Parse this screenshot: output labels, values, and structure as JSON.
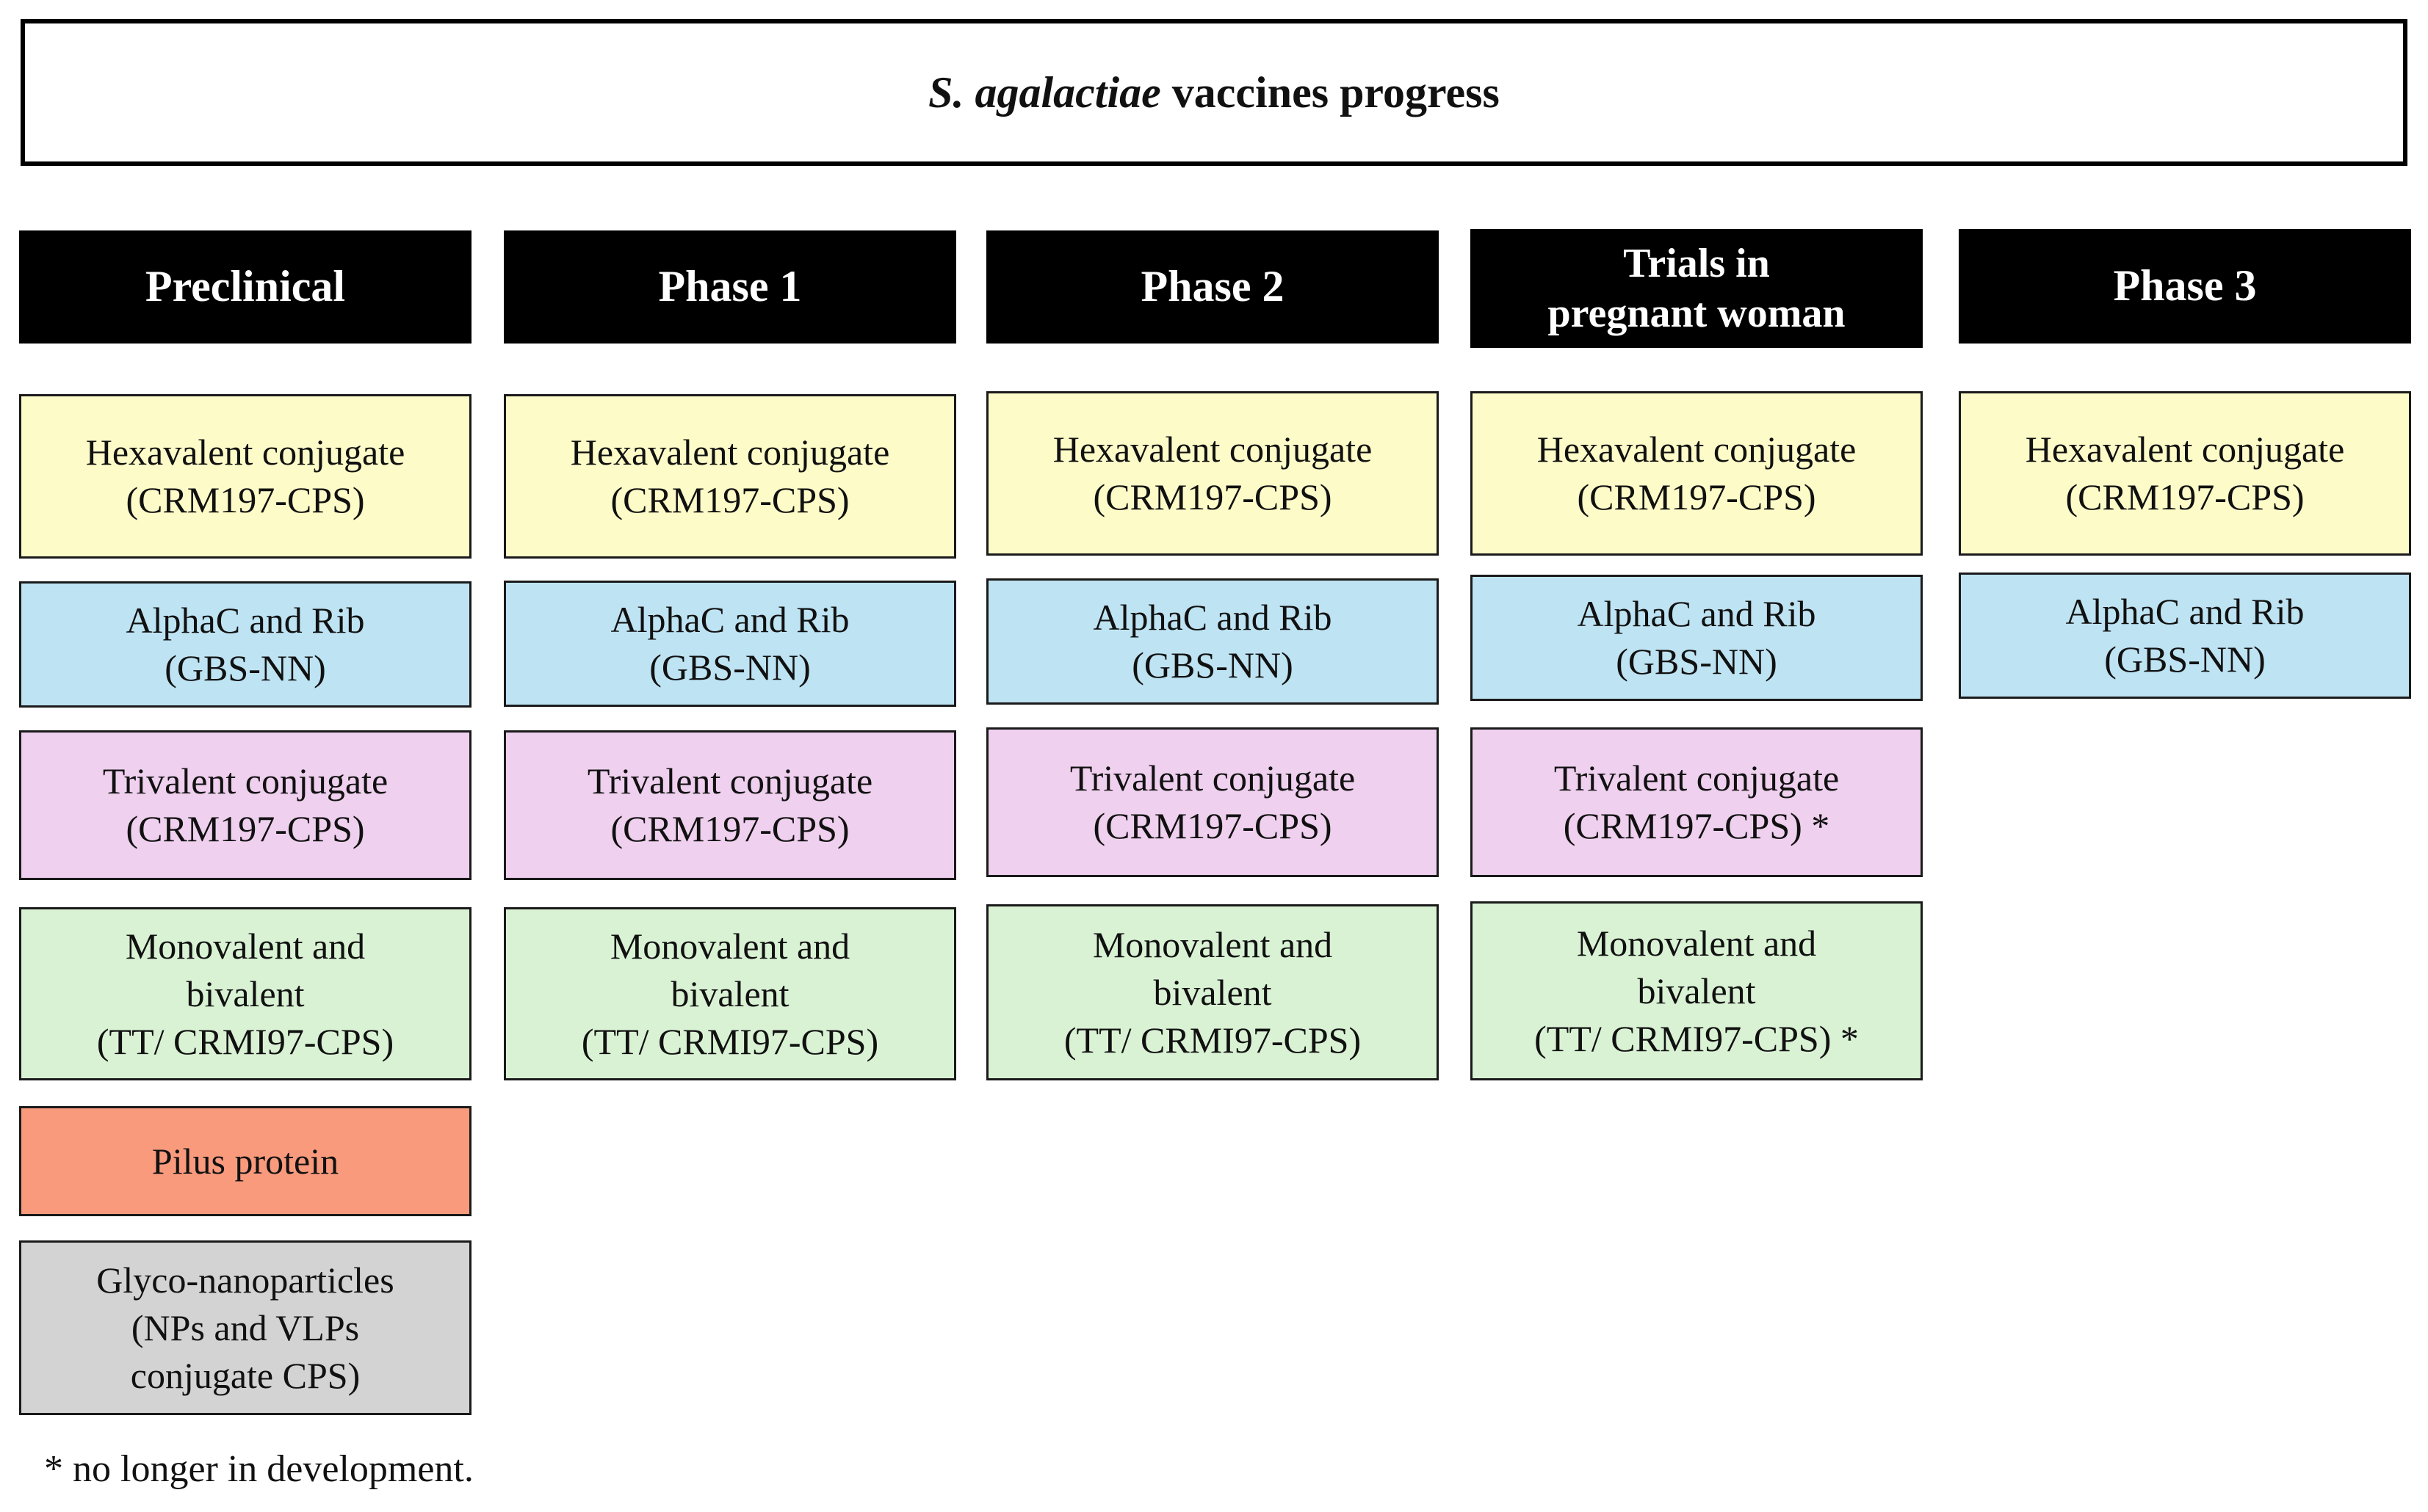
{
  "title": {
    "species": "S. agalactiae",
    "rest": " vaccines progress"
  },
  "columns": [
    {
      "header": "Preclinical"
    },
    {
      "header": "Phase 1"
    },
    {
      "header": "Phase 2"
    },
    {
      "header_lines": [
        "Trials in",
        "pregnant woman"
      ]
    },
    {
      "header": "Phase 3"
    }
  ],
  "cards": {
    "hexavalent": [
      "Hexavalent conjugate",
      "(CRM197-CPS)"
    ],
    "alphac": [
      "AlphaC and Rib",
      "(GBS-NN)"
    ],
    "trivalent": [
      "Trivalent conjugate",
      "(CRM197-CPS)"
    ],
    "trivalent_star": [
      "Trivalent conjugate",
      "(CRM197-CPS) *"
    ],
    "monovalent": [
      "Monovalent and",
      "bivalent",
      "(TT/ CRMI97-CPS)"
    ],
    "monovalent_star": [
      "Monovalent and",
      "bivalent",
      "(TT/ CRMI97-CPS) *"
    ],
    "pilus": [
      "Pilus protein"
    ],
    "glyco": [
      "Glyco-nanoparticles",
      "(NPs and VLPs",
      "conjugate CPS)"
    ]
  },
  "footnote": "* no longer in development.",
  "colors": {
    "hexavalent": "#fdfbc8",
    "alphac": "#bee3f3",
    "trivalent": "#efd0ee",
    "monovalent": "#d9f2d4",
    "pilus": "#f99a7d",
    "glyco": "#d3d3d3",
    "header_bg": "#000000"
  }
}
